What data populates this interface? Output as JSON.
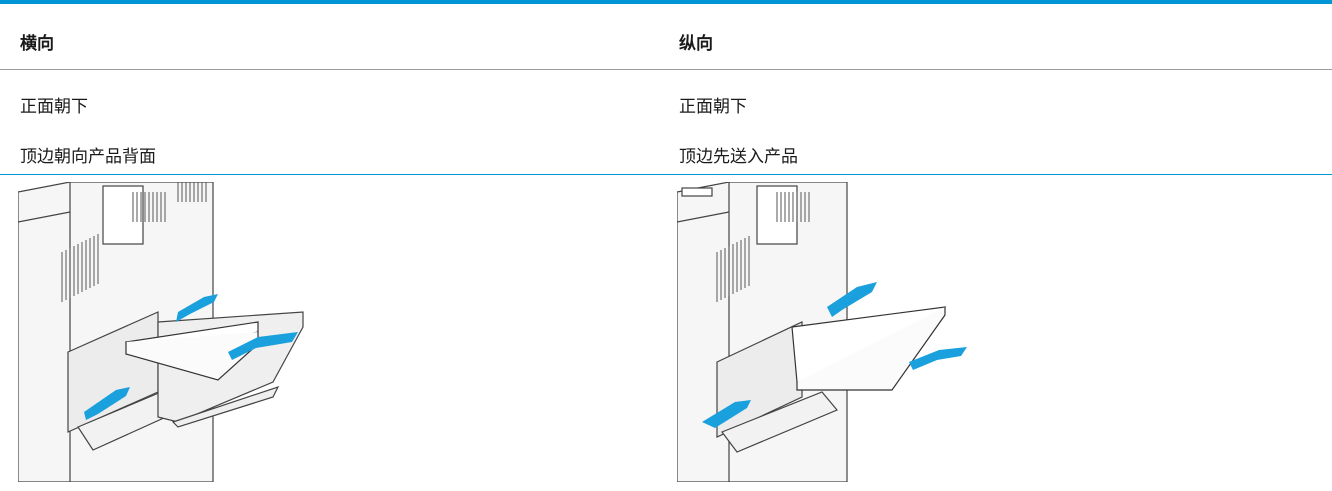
{
  "table": {
    "columns": [
      {
        "header": "横向",
        "rows": [
          "正面朝下",
          "顶边朝向产品背面"
        ]
      },
      {
        "header": "纵向",
        "rows": [
          "正面朝下",
          "顶边先送入产品"
        ]
      }
    ]
  },
  "colors": {
    "accent": "#0096d6",
    "arrow": "#1aa0dc",
    "rule": "#9a9a9a"
  },
  "icons": [
    "printer-tray-illustration",
    "paper-guide-arrow"
  ]
}
